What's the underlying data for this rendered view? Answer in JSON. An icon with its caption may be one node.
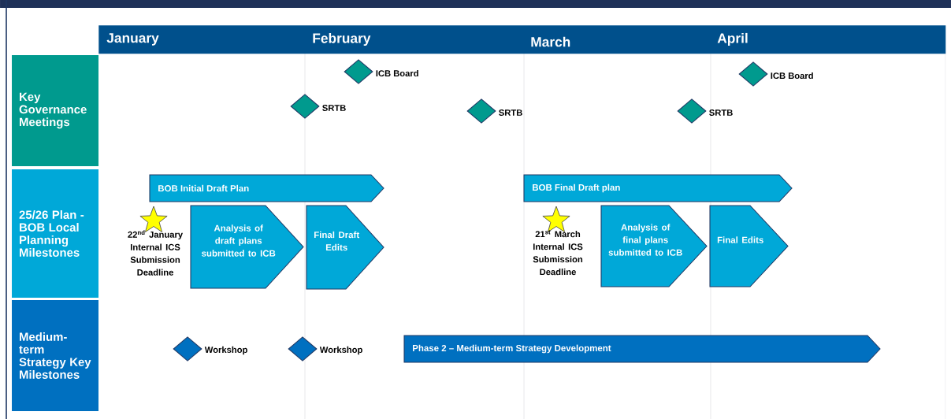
{
  "diagram": {
    "nodes": [
      {
        "text": [
          "January",
          "February",
          "March",
          "April"
        ]
      },
      {
        "text": [
          "Key Governance Meetings"
        ]
      },
      {
        "text": [],
        "shape": "diamond",
        "beside": [
          "ICB Board"
        ]
      },
      {
        "text": [],
        "shape": "diamond",
        "beside": [
          "ICB Board"
        ]
      },
      {
        "text": [],
        "shape": "diamond",
        "beside": [
          "SRTB"
        ]
      },
      {
        "text": [],
        "shape": "diamond",
        "beside": [
          "SRTB"
        ]
      },
      {
        "text": [],
        "shape": "diamond",
        "beside": [
          "SRTB"
        ]
      },
      {
        "text": [
          "25/26 Plan - BOB Local Planning Milestones"
        ]
      },
      {
        "text": [
          "BOB Initial Draft  Plan"
        ]
      },
      {
        "text": [
          "BOB Final Draft plan"
        ]
      },
      {
        "text": [],
        "shape": "star",
        "beside": [
          "22$^{nd}$ January Internal ICS Submission Deadline"
        ]
      },
      {
        "text": [
          "Analysis of draft plans submitted to ICB"
        ]
      },
      {
        "text": [
          "Final Draft Edits"
        ]
      },
      {
        "text": [],
        "shape": "star",
        "beside": [
          "21$^{st}$ March Internal ICS Submission Deadline"
        ]
      },
      {
        "text": [
          "Analysis of final plans submitted to ICB"
        ]
      },
      {
        "text": [
          "Final Edits"
        ]
      },
      {
        "text": [
          "Medium-term Strategy Key Milestones"
        ]
      },
      {
        "text": [],
        "shape": "diamond",
        "beside": [
          "Workshop"
        ]
      },
      {
        "text": [],
        "shape": "diamond",
        "beside": [
          "Workshop"
        ]
      },
      {
        "text": [
          "Phase 2 – Medium-term Strategy Development"
        ]
      }
    ]
  }
}
